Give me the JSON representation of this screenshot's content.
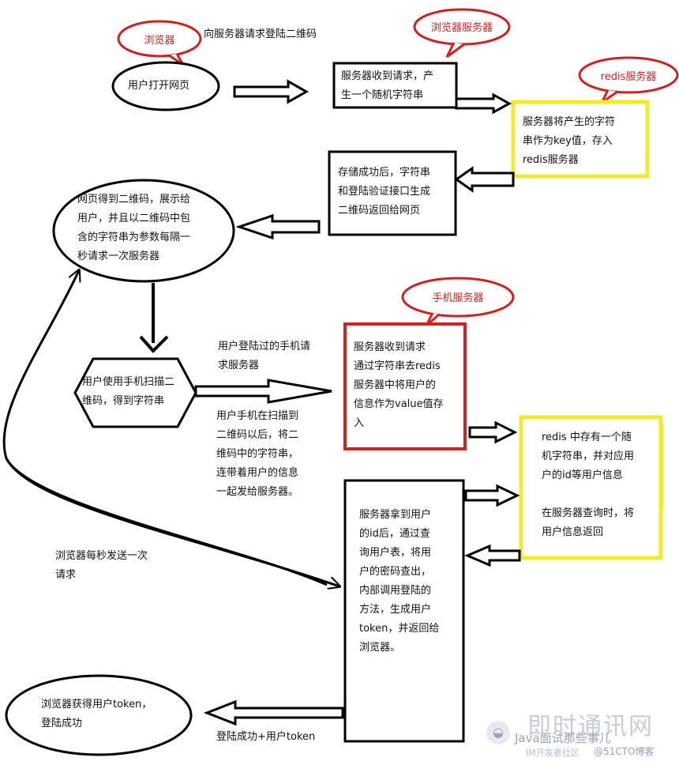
{
  "tags": {
    "browser": "浏览器",
    "browser_server": "浏览器服务器",
    "redis_server": "redis服务器",
    "phone_server": "手机服务器"
  },
  "nodes": {
    "user_open_page": "用户打开网页",
    "server_receive": "服务器收到请求，产\n生一个随机字符串",
    "redis_store": "服务器将产生的字符\n串作为key值，存入\nredis服务器",
    "store_success": "存储成功后，字符串\n和登陆验证接口生成\n二维码返回给网页",
    "page_show_qr": "网页得到二维码，展示给\n用户，并且以二维码中包\n含的字符串为参数每隔一\n秒请求一次服务器",
    "user_scan": "用户使用手机扫描二\n维码，得到字符串",
    "phone_server_process": "服务器收到请求\n通过字符串去redis\n服务器中将用户的\n信息作为value值存\n入",
    "redis_has": "redis 中存有一个随\n机字符串，并对应用\n户的id等用户信息\n\n在服务器查询时，将\n用户信息返回",
    "server_get_id": "服务器拿到用户\n的id后，通过查\n询用户表，将用\n户的密码查出，\n内部调用登陆的\n方法，生成用户\ntoken，并返回给\n浏览器。",
    "browser_get_token": "浏览器获得用户token，\n登陆成功"
  },
  "edge_labels": {
    "request_qr": "向服务器请求登陆二维码",
    "logged_phone": "用户登陆过的手机请\n求服务器",
    "scan_send": "用户手机在扫描到\n二维码以后，将二\n维码中的字符串，\n连带着用户的信息\n一起发给服务器。",
    "poll_each_second": "浏览器每秒发送一次\n请求",
    "login_token": "登陆成功+用户token"
  },
  "watermark": {
    "brand": "即时通讯网",
    "source": "Java面试那些事儿",
    "sub": "IM开发者社区",
    "site": "@51CTO博客"
  },
  "colors": {
    "line": "#000000",
    "cloud": "#cc2222",
    "yellow": "#f2ea2c",
    "red": "#d42020",
    "watermark": "#9aa3b5"
  }
}
